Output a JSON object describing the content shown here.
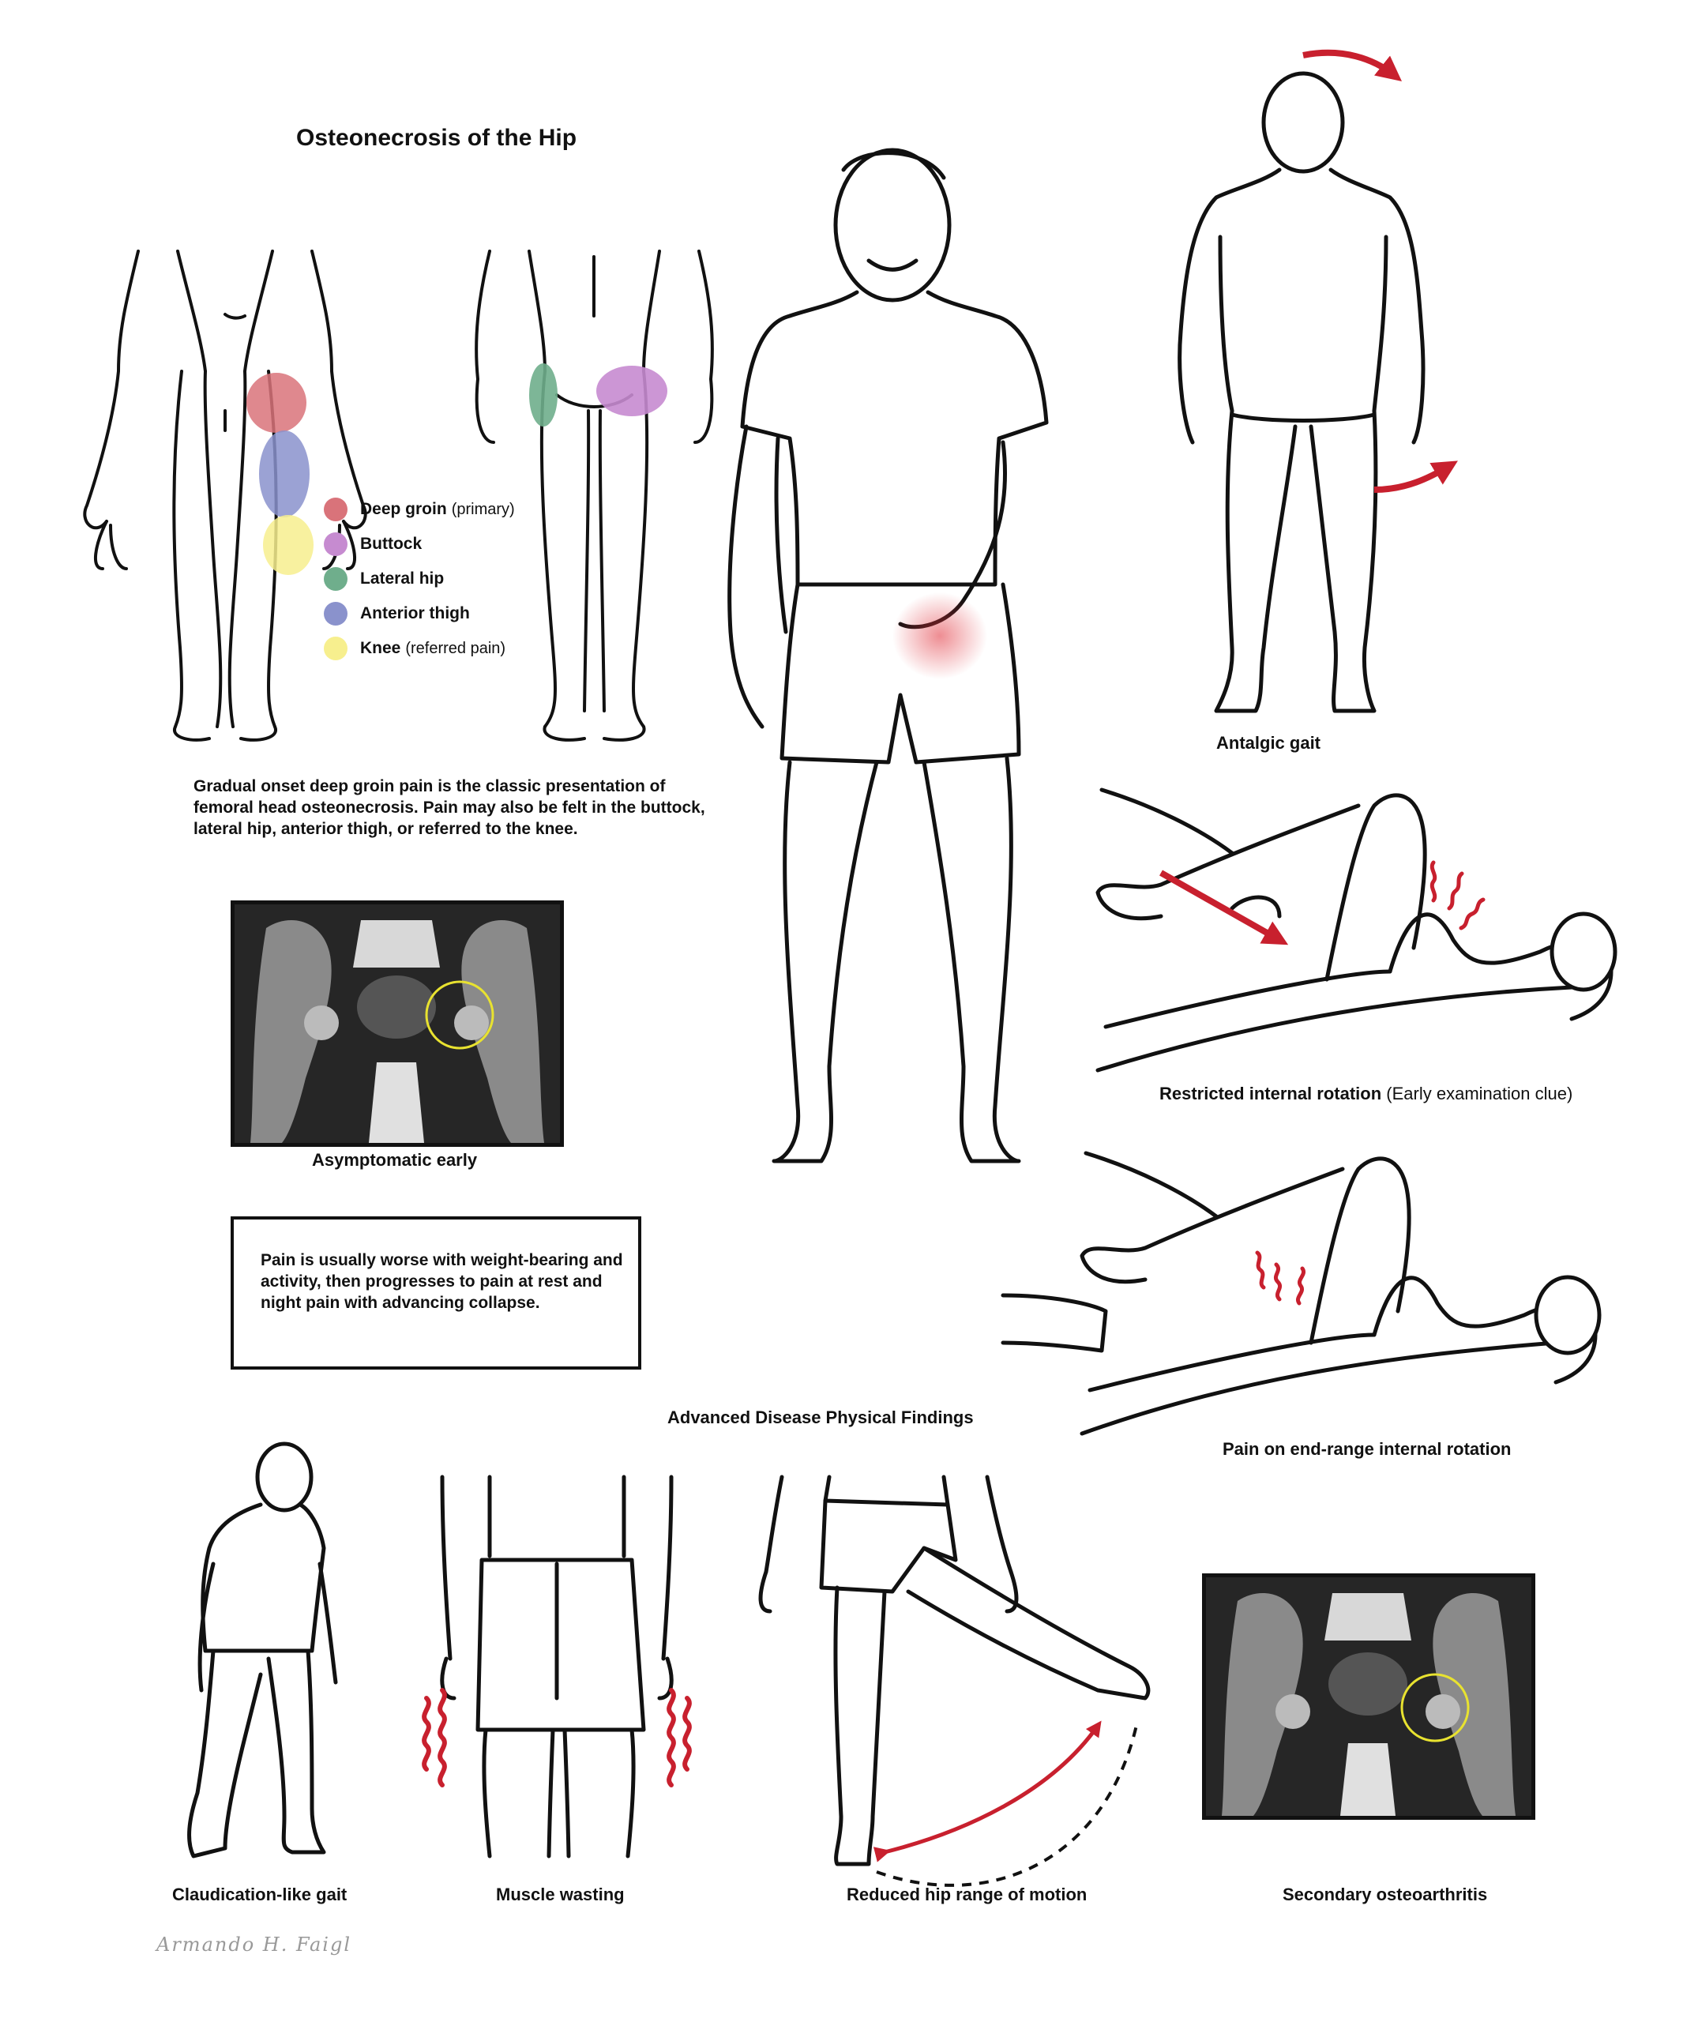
{
  "title": "Osteonecrosis of the Hip",
  "legend": [
    {
      "label": "Deep groin",
      "note": "(primary)",
      "color": "#d9737a"
    },
    {
      "label": "Buttock",
      "note": "",
      "color": "#c68bd0"
    },
    {
      "label": "Lateral hip",
      "note": "",
      "color": "#6fae8c"
    },
    {
      "label": "Anterior thigh",
      "note": "",
      "color": "#8a92cc"
    },
    {
      "label": "Knee",
      "note": "(referred pain)",
      "color": "#f7ef8e"
    }
  ],
  "intro_text": "Gradual onset deep groin pain is the classic presentation of femoral head osteonecrosis. Pain may also be felt in the buttock, lateral hip, anterior thigh, or referred to the knee.",
  "captions": {
    "antalgic_gait": "Antalgic gait",
    "restricted_rotation": "Restricted internal rotation",
    "restricted_rotation_note": "(Early examination clue)",
    "asymptomatic": "Asymptomatic early",
    "end_range": "Pain on end-range internal rotation",
    "advanced_heading": "Advanced Disease Physical Findings",
    "claudication": "Claudication-like gait",
    "muscle_wasting": "Muscle wasting",
    "reduced_rom": "Reduced hip range of motion",
    "secondary_oa": "Secondary osteoarthritis"
  },
  "pain_note": "Pain is usually worse with weight-bearing and activity, then progresses to pain at rest and night pain with advancing collapse.",
  "signature": "Armando H. Faigl",
  "colors": {
    "accent_red": "#c8202e",
    "outline": "#111111",
    "highlight_yellow": "#e8e230"
  }
}
